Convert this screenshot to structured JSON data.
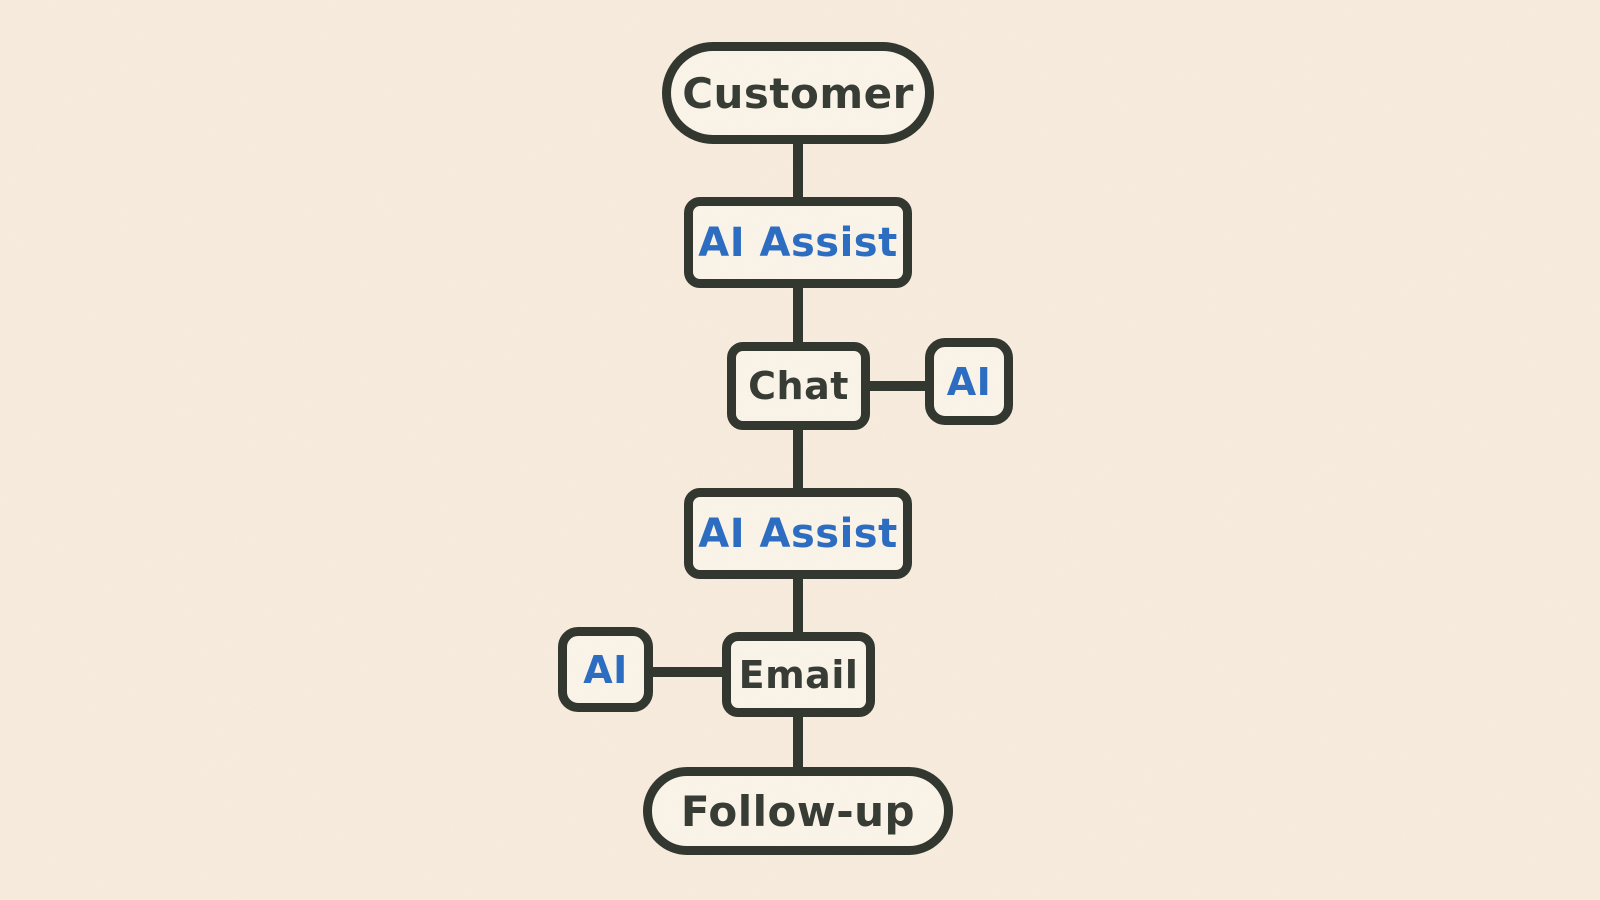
{
  "diagram": {
    "type": "flowchart",
    "nodes": {
      "customer": {
        "label": "Customer",
        "shape": "pill",
        "text_color": "dark"
      },
      "ai_assist_1": {
        "label": "AI Assist",
        "shape": "rect",
        "text_color": "blue"
      },
      "chat": {
        "label": "Chat",
        "shape": "rect",
        "text_color": "dark"
      },
      "ai_right": {
        "label": "AI",
        "shape": "square",
        "text_color": "blue"
      },
      "ai_assist_2": {
        "label": "AI Assist",
        "shape": "rect",
        "text_color": "blue"
      },
      "email": {
        "label": "Email",
        "shape": "rect",
        "text_color": "dark"
      },
      "ai_left": {
        "label": "AI",
        "shape": "square",
        "text_color": "blue"
      },
      "follow_up": {
        "label": "Follow-up",
        "shape": "pill",
        "text_color": "dark"
      }
    },
    "edges": [
      "customer -> ai_assist_1",
      "ai_assist_1 -> chat",
      "chat -> ai_right",
      "chat -> ai_assist_2",
      "ai_assist_2 -> email",
      "ai_left -> email",
      "email -> follow_up"
    ],
    "colors": {
      "background": "#f7ecdd",
      "node_fill": "#faf4e9",
      "stroke": "#31362e",
      "text_dark": "#363b33",
      "text_blue": "#2b6dc2"
    }
  }
}
